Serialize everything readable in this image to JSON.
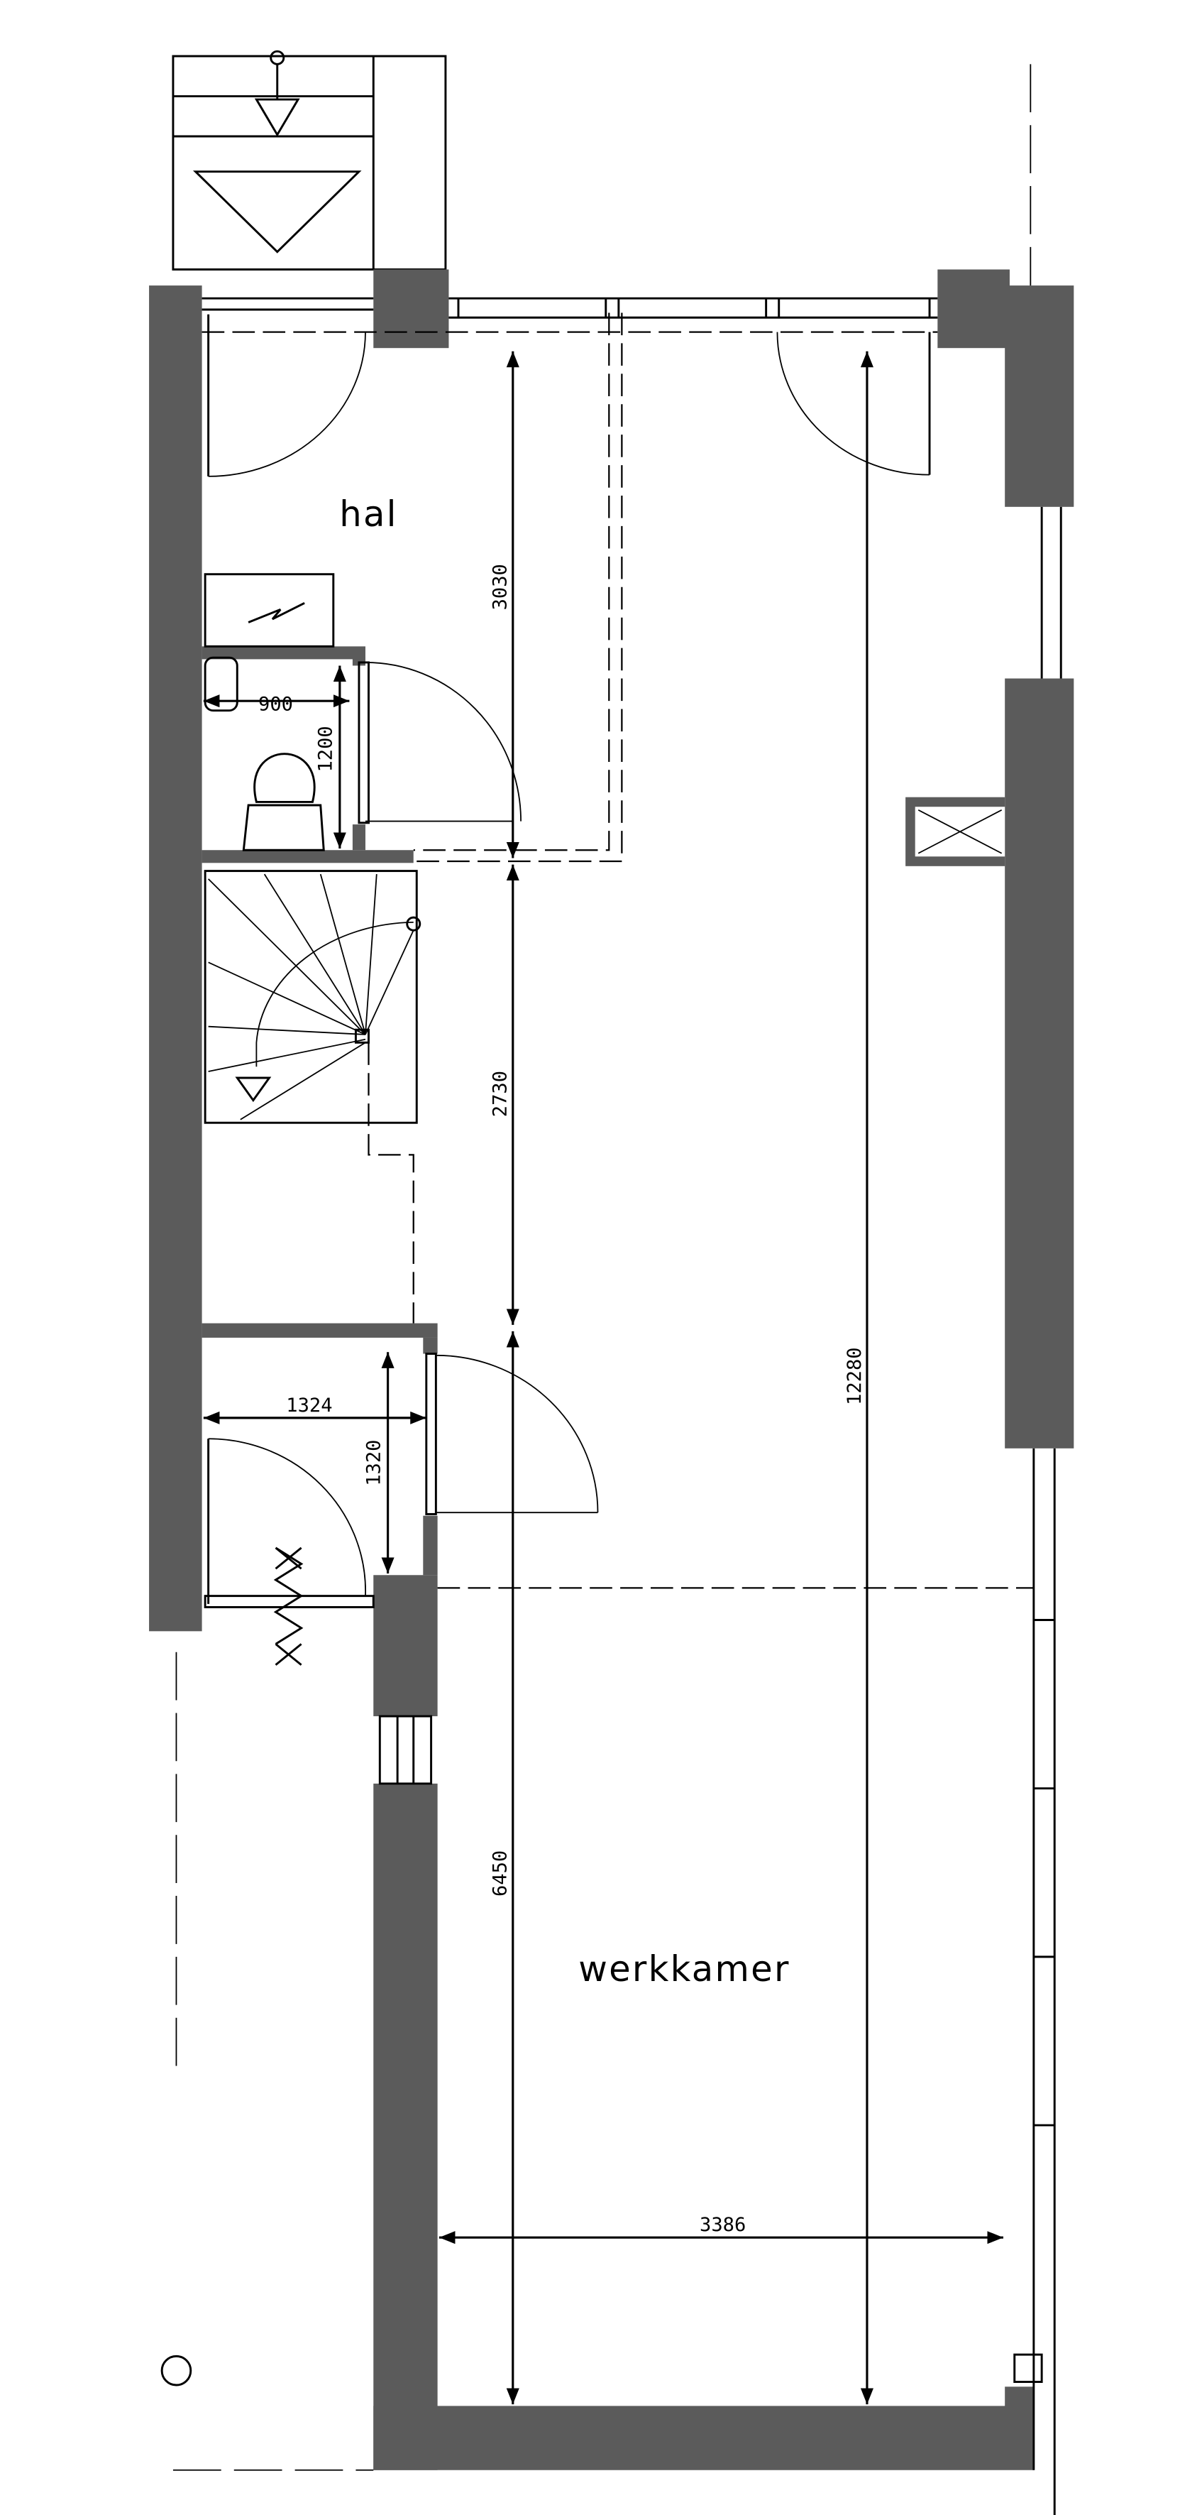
{
  "rooms": {
    "hall": "hal",
    "study": "werkkamer"
  },
  "dimensions": {
    "hall_length": "3030",
    "stair_length": "2730",
    "study_length": "6450",
    "total_length": "12280",
    "study_width": "3386",
    "toilet_width": "900",
    "toilet_length": "1200",
    "closet_width": "1324",
    "closet_length": "1320"
  },
  "colors": {
    "wall": "#5b5b5b",
    "line": "#000000"
  }
}
